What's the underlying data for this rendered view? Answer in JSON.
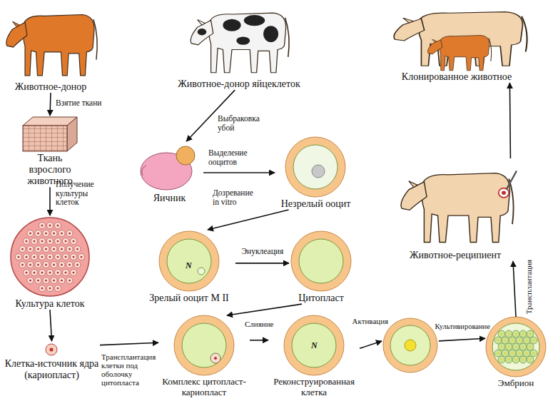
{
  "diagram": {
    "nodes": [
      {
        "text": [
          "Животное-донор"
        ]
      },
      {
        "text": [
          "Животное-донор яйцеклеток"
        ]
      },
      {
        "text": [
          "Клонированное животное"
        ]
      },
      {
        "text": [
          "Ткань взрослого животного"
        ]
      },
      {
        "text": [
          "Яичник"
        ]
      },
      {
        "text": [
          "Незрелый ооцит"
        ]
      },
      {
        "text": [
          "Зрелый ооцит M II"
        ]
      },
      {
        "text": [
          "Цитопласт"
        ]
      },
      {
        "text": [
          "Животное-реципиент"
        ]
      },
      {
        "text": [
          "Культура клеток"
        ]
      },
      {
        "text": [
          "Клетка-источник ядра (кариопласт)"
        ]
      },
      {
        "text": [
          "Комплекс цитопласт-кариопласт"
        ]
      },
      {
        "text": [
          "Реконструированная клетка"
        ]
      },
      {
        "text": []
      },
      {
        "text": [
          "Эмбрион"
        ]
      }
    ],
    "edges": [
      {
        "from": 0,
        "to": 3,
        "label": "Взятие ткани",
        "arrow": "to"
      },
      {
        "from": 3,
        "to": 9,
        "label": "Получение культуры клеток",
        "arrow": "to"
      },
      {
        "from": 9,
        "to": 10,
        "arrow": "to"
      },
      {
        "from": 1,
        "to": 4,
        "label": "Выбраковка убой",
        "arrow": "to"
      },
      {
        "from": 4,
        "to": 5,
        "label": "Выделение ооцитов",
        "arrow": "to"
      },
      {
        "from": 5,
        "to": 6,
        "label": "Дозревание in vitro",
        "arrow": "to"
      },
      {
        "from": 6,
        "to": 7,
        "label": "Энуклеация",
        "arrow": "to"
      },
      {
        "from": 7,
        "to": 11,
        "arrow": "to"
      },
      {
        "from": 10,
        "to": 11,
        "label": "Трансплантация клетки под оболочку цитопласта",
        "arrow": "to"
      },
      {
        "from": 11,
        "to": 12,
        "label": "Слияние",
        "arrow": "to"
      },
      {
        "from": 12,
        "to": 13,
        "label": "Активация",
        "arrow": "to"
      },
      {
        "from": 13,
        "to": 14,
        "label": "Культивирование",
        "arrow": "to"
      },
      {
        "from": 14,
        "to": 8,
        "label": "Трансплантация",
        "arrow": "to"
      },
      {
        "from": 8,
        "to": 2,
        "arrow": "to"
      }
    ],
    "labels": [
      "N",
      "N"
    ]
  }
}
